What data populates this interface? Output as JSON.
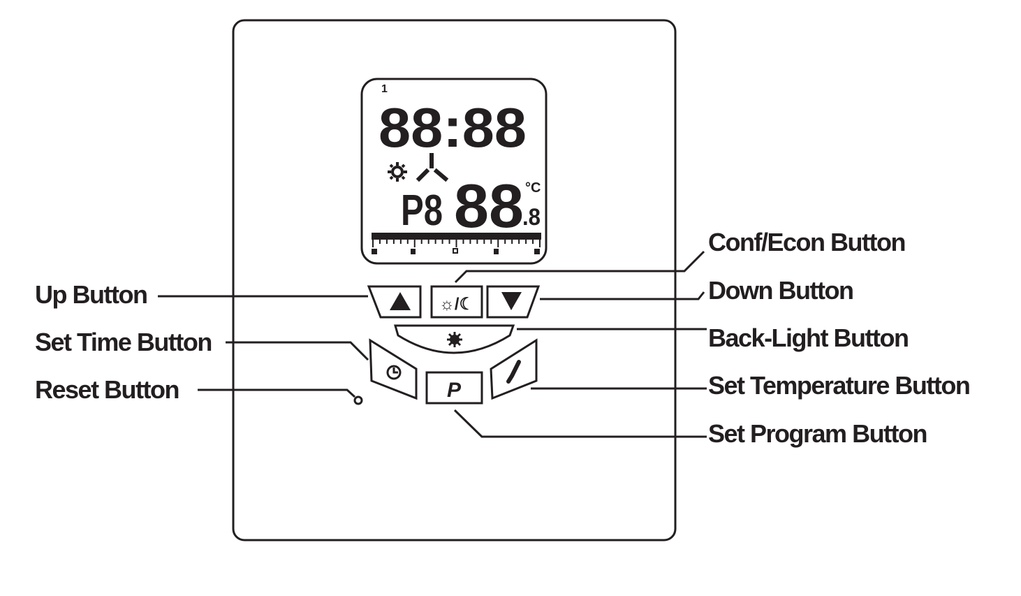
{
  "labels": {
    "up": "Up Button",
    "set_time": "Set Time Button",
    "reset": "Reset Button",
    "conf_econ": "Conf/Econ Button",
    "down": "Down Button",
    "back_light": "Back-Light Button",
    "set_temperature": "Set Temperature Button",
    "set_program": "Set Program Button"
  },
  "lcd": {
    "day": "1",
    "time": "88:88",
    "program": "P8",
    "temperature": "88",
    "decimal": ".8",
    "unit": "°C"
  },
  "buttons": {
    "conf_econ_glyph": "☼/☾",
    "program_glyph": "P"
  },
  "colors": {
    "ink": "#231f20",
    "background": "#ffffff"
  }
}
